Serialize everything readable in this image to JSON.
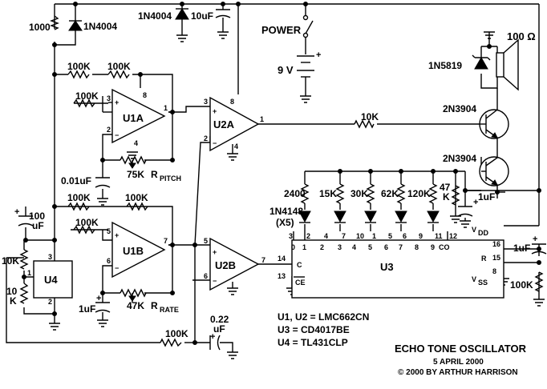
{
  "title": "ECHO TONE OSCILLATOR",
  "date": "5 APRIL 2000",
  "copyright": "© 2000 BY ARTHUR HARRISON",
  "notes": [
    "U1, U2 = LMC662CN",
    "U3 = CD4017BE",
    "U4 = TL431CLP"
  ],
  "components": {
    "r1000": "1000",
    "d1n4004_a": "1N4004",
    "d1n4004_b": "1N4004",
    "c10uf": "10uF",
    "power_label": "POWER",
    "battery": "9 V",
    "speaker": "100 Ω",
    "d1n5819": "1N5819",
    "q1": "2N3904",
    "q2": "2N3904",
    "r100k_1": "100K",
    "r100k_2": "100K",
    "r100k_3": "100K",
    "r100k_4": "100K",
    "r100k_5": "100K",
    "r100k_6": "100K",
    "r100k_7": "100K",
    "r100k_8": "100K",
    "r10k_out": "10K",
    "r10k_a": "10K",
    "r10k_b_top": "10",
    "r10k_b_bot": "K",
    "c001": "0.01uF",
    "pot_pitch": "75K",
    "pot_pitch_r": "R",
    "pot_pitch_sub": "PITCH",
    "pot_rate": "47K",
    "pot_rate_r": "R",
    "pot_rate_sub": "RATE",
    "c100_top": "100",
    "c100_bot": "uF",
    "c1uf_a": "1uF",
    "c1uf_b": "1uF",
    "c1uf_c": "1uF",
    "c022_top": "0.22",
    "c022_bot": "uF",
    "r2400": "2400",
    "r15k": "15K",
    "r30k": "30K",
    "r62k": "62K",
    "r120k": "120K",
    "r47k_top": "47",
    "r47k_bot": "K",
    "diodes_top": "1N4148",
    "diodes_bot": "(X5)",
    "u1a": "U1A",
    "u1b": "U1B",
    "u2a": "U2A",
    "u2b": "U2B",
    "u3": "U3",
    "u4": "U4"
  },
  "u3_pins": {
    "top_numbers": [
      "3",
      "2",
      "4",
      "7",
      "10",
      "1",
      "5",
      "6",
      "9",
      "11",
      "12"
    ],
    "q_labels": [
      "0",
      "1",
      "2",
      "3",
      "4",
      "5",
      "6",
      "7",
      "8",
      "9",
      "CO"
    ],
    "vdd": "V",
    "vdd_sub": "DD",
    "vdd_pin": "16",
    "r": "R",
    "r_pin": "15",
    "vss": "V",
    "vss_sub": "SS",
    "vss_pin": "8",
    "c": "C",
    "c_pin": "14",
    "ce": "CE",
    "ce_pin": "13"
  },
  "opamp_pins": {
    "u1a": {
      "plus": "+",
      "minus": "−",
      "in_p": "3",
      "in_m": "2",
      "out": "1",
      "vdd": "8",
      "gnd": "4"
    },
    "u1b": {
      "plus": "+",
      "minus": "−",
      "in_p": "5",
      "in_m": "6",
      "out": "7"
    },
    "u2a": {
      "plus": "+",
      "minus": "−",
      "in_p": "3",
      "in_m": "2",
      "out": "1",
      "vdd": "8",
      "gnd": "4"
    },
    "u2b": {
      "plus": "+",
      "minus": "−",
      "in_p": "5",
      "in_m": "6",
      "out": "7"
    }
  },
  "u4_pins": [
    "3",
    "1",
    "2"
  ],
  "polarity": "+"
}
